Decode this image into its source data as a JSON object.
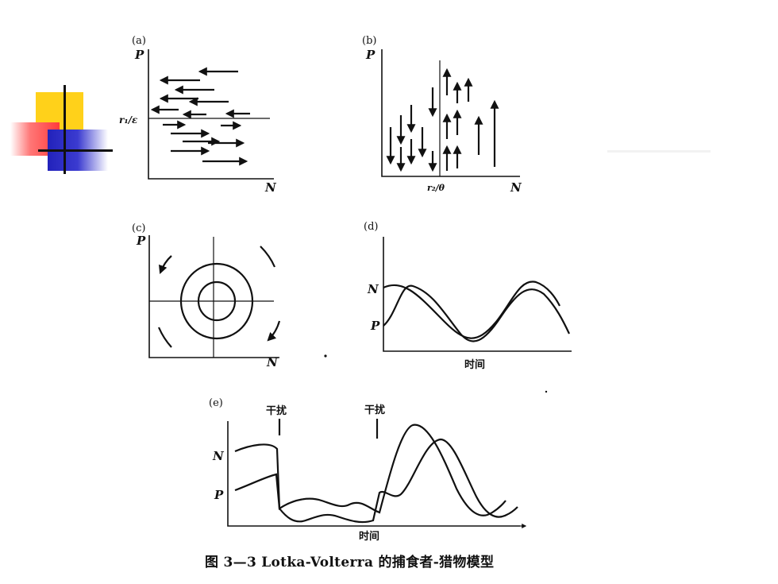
{
  "panels": {
    "a": {
      "tag": "(a)",
      "y_label": "P",
      "x_label": "N",
      "level_label": "r₁/ε"
    },
    "b": {
      "tag": "(b)",
      "y_label": "P",
      "x_label": "N",
      "level_label": "r₂/θ"
    },
    "c": {
      "tag": "(c)",
      "y_label": "P",
      "x_label": "N"
    },
    "d": {
      "tag": "(d)",
      "series_n": "N",
      "series_p": "P",
      "x_label": "时间"
    },
    "e": {
      "tag": "(e)",
      "series_n": "N",
      "series_p": "P",
      "x_label": "时间",
      "disturb_1": "干扰",
      "disturb_2": "干扰"
    }
  },
  "caption": "图  3—3 Lotka-Volterra 的捕食者-猎物模型",
  "colors": {
    "deco_yellow": "#ffd11a",
    "deco_red": "#ff3b3b",
    "deco_blue": "#3333cc",
    "line": "#111111"
  }
}
